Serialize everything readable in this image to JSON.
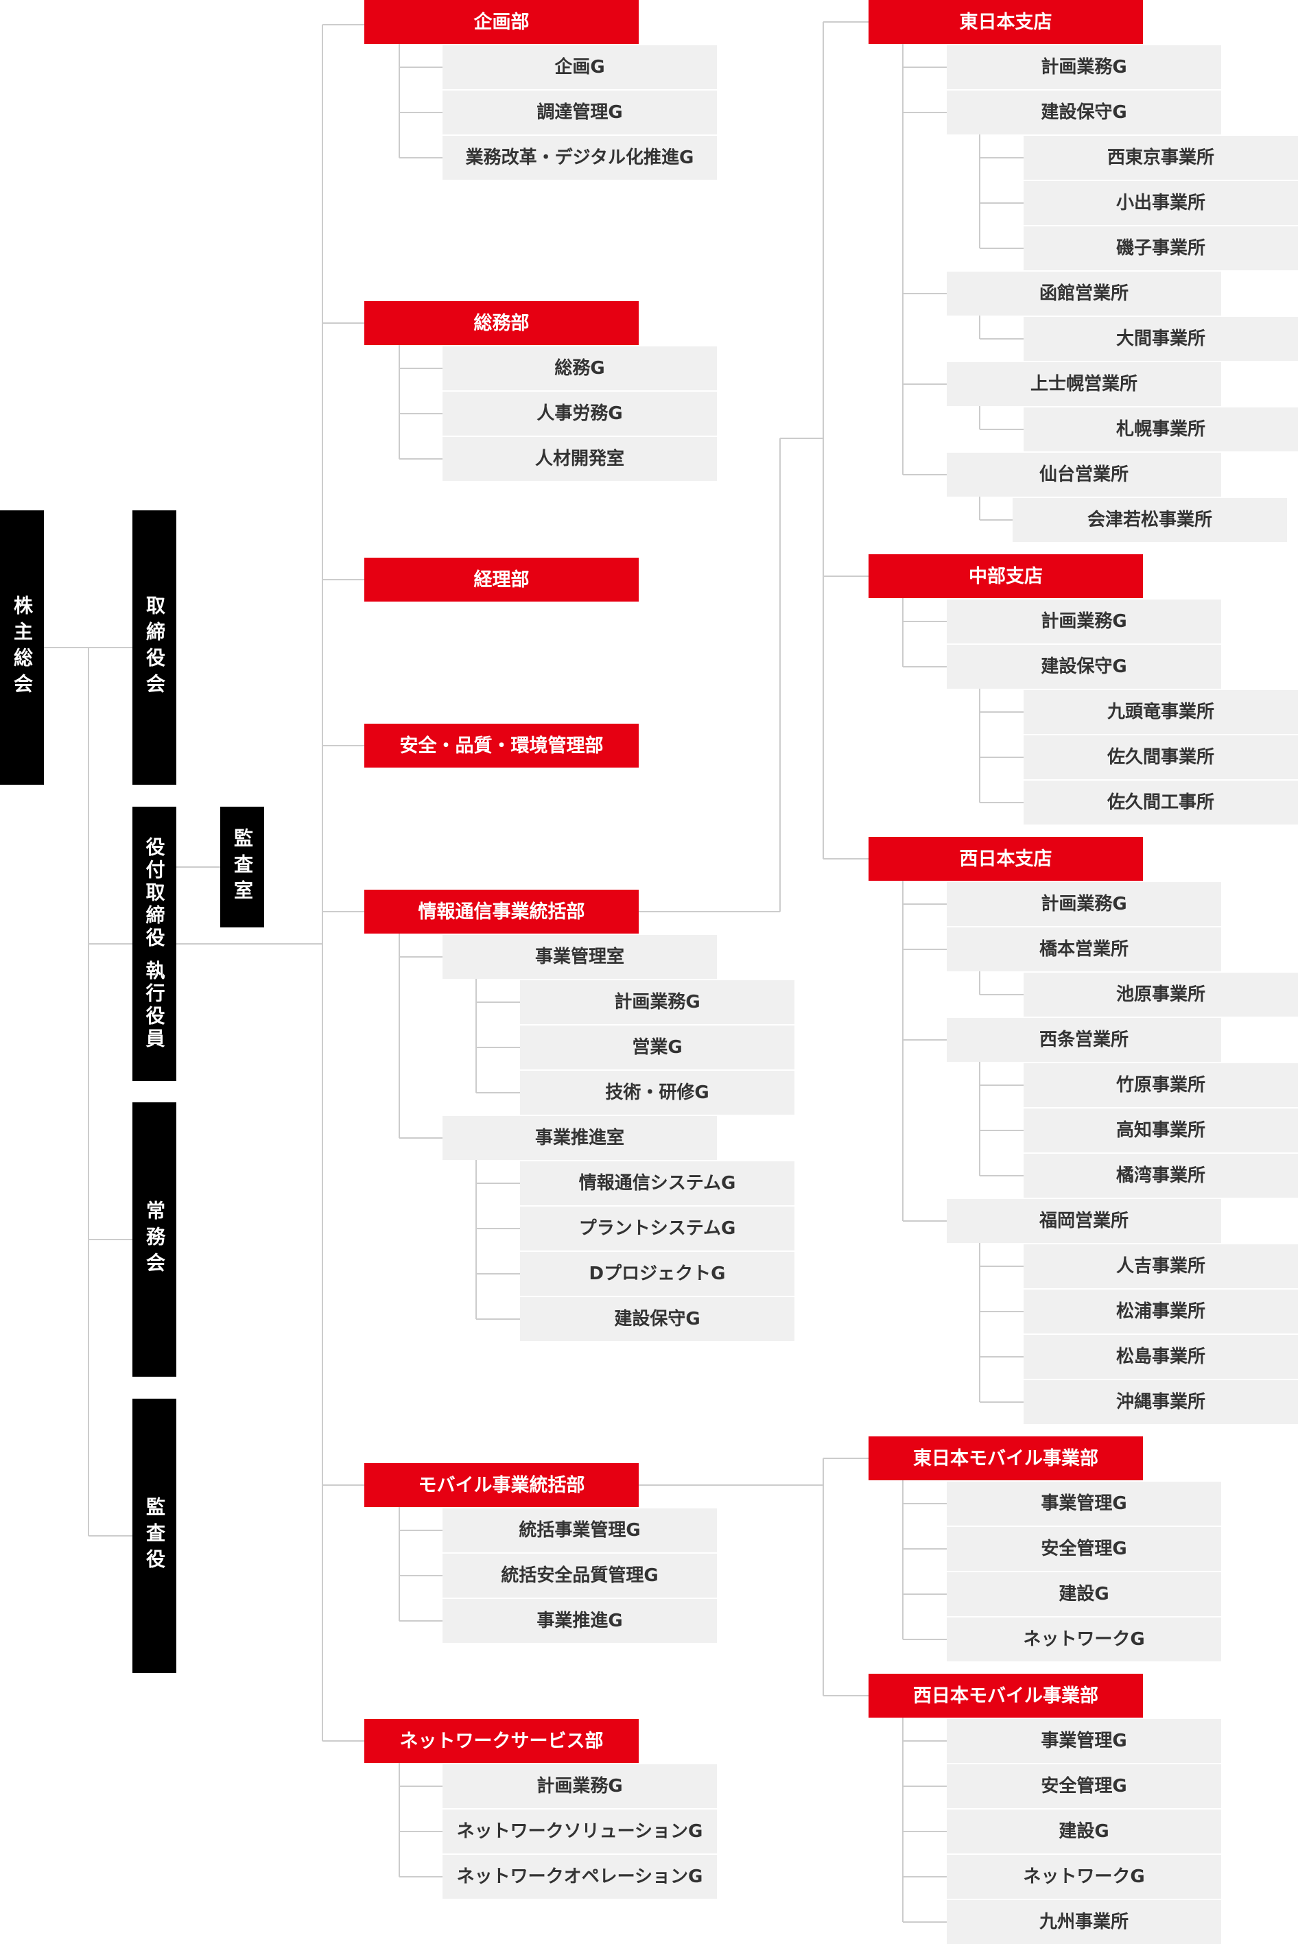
{
  "colors": {
    "accent": "#e60012",
    "leader": "#000000",
    "unit": "#f0f0f0",
    "line": "#cccccc"
  },
  "leaders": {
    "shareholders": "株主総会",
    "board": "取締役会",
    "officers": "役付取締役 執行役員",
    "audit_office": "監査室",
    "managing": "常務会",
    "auditor": "監査役"
  },
  "planning": {
    "title": "企画部",
    "units": [
      "企画G",
      "調達管理G",
      "業務改革・デジタル化推進G"
    ]
  },
  "general_affairs": {
    "title": "総務部",
    "units": [
      "総務G",
      "人事労務G",
      "人材開発室"
    ]
  },
  "accounting": {
    "title": "経理部"
  },
  "safety": {
    "title": "安全・品質・環境管理部"
  },
  "ict": {
    "title": "情報通信事業統括部",
    "business_mgmt": {
      "title": "事業管理室",
      "units": [
        "計画業務G",
        "営業G",
        "技術・研修G"
      ]
    },
    "business_promo": {
      "title": "事業推進室",
      "units": [
        "情報通信システムG",
        "プラントシステムG",
        "DプロジェクトG",
        "建設保守G"
      ]
    }
  },
  "mobile": {
    "title": "モバイル事業統括部",
    "units": [
      "統括事業管理G",
      "統括安全品質管理G",
      "事業推進G"
    ]
  },
  "network_service": {
    "title": "ネットワークサービス部",
    "units": [
      "計画業務G",
      "ネットワークソリューションG",
      "ネットワークオペレーションG"
    ]
  },
  "east": {
    "title": "東日本支店",
    "planning": "計画業務G",
    "construction": {
      "title": "建設保守G",
      "offices": [
        "西東京事業所",
        "小出事業所",
        "磯子事業所"
      ]
    },
    "hakodate": {
      "title": "函館営業所",
      "offices": [
        "大間事業所"
      ]
    },
    "kamishihoro": {
      "title": "上士幌営業所",
      "offices": [
        "札幌事業所"
      ]
    },
    "sendai": {
      "title": "仙台営業所",
      "offices": [
        "会津若松事業所"
      ]
    }
  },
  "chubu": {
    "title": "中部支店",
    "planning": "計画業務G",
    "construction": {
      "title": "建設保守G",
      "offices": [
        "九頭竜事業所",
        "佐久間事業所",
        "佐久間工事所"
      ]
    }
  },
  "west": {
    "title": "西日本支店",
    "planning": "計画業務G",
    "hashimoto": {
      "title": "橋本営業所",
      "offices": [
        "池原事業所"
      ]
    },
    "saijo": {
      "title": "西条営業所",
      "offices": [
        "竹原事業所",
        "高知事業所",
        "橘湾事業所"
      ]
    },
    "fukuoka": {
      "title": "福岡営業所",
      "offices": [
        "人吉事業所",
        "松浦事業所",
        "松島事業所",
        "沖縄事業所"
      ]
    }
  },
  "east_mobile": {
    "title": "東日本モバイル事業部",
    "units": [
      "事業管理G",
      "安全管理G",
      "建設G",
      "ネットワークG"
    ]
  },
  "west_mobile": {
    "title": "西日本モバイル事業部",
    "units": [
      "事業管理G",
      "安全管理G",
      "建設G",
      "ネットワークG",
      "九州事業所"
    ]
  }
}
